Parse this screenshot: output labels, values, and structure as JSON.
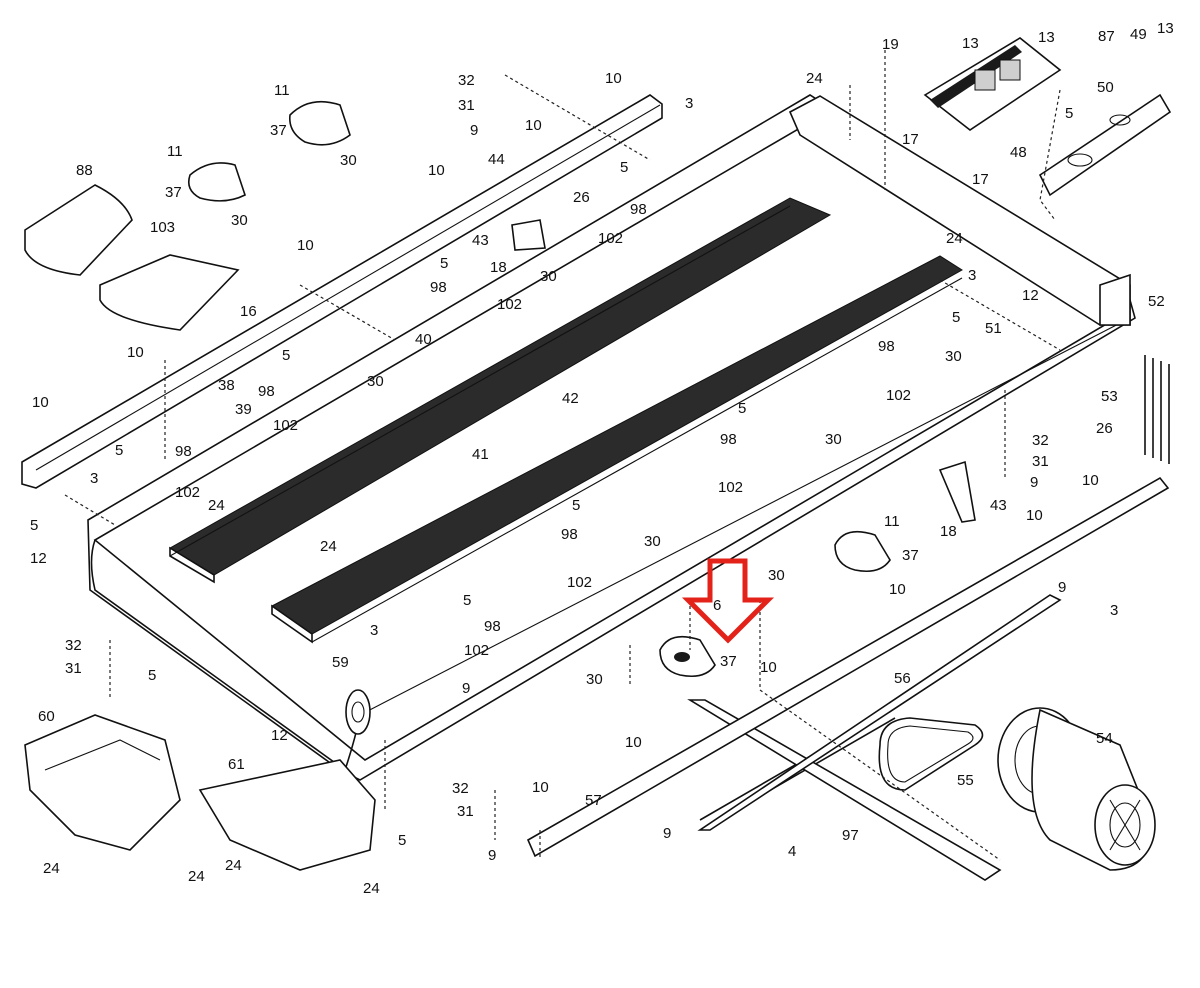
{
  "accent_color": "#e32219",
  "part_callouts": [
    "3",
    "4",
    "5",
    "6",
    "9",
    "10",
    "11",
    "12",
    "13",
    "16",
    "17",
    "18",
    "19",
    "24",
    "26",
    "30",
    "31",
    "32",
    "37",
    "38",
    "39",
    "40",
    "41",
    "42",
    "43",
    "44",
    "48",
    "49",
    "50",
    "51",
    "52",
    "53",
    "54",
    "55",
    "56",
    "57",
    "59",
    "60",
    "61",
    "87",
    "88",
    "97",
    "98",
    "102",
    "103"
  ],
  "highlighted_part": "37",
  "annotation": {
    "type": "arrow",
    "direction": "down",
    "color_name": "red"
  }
}
